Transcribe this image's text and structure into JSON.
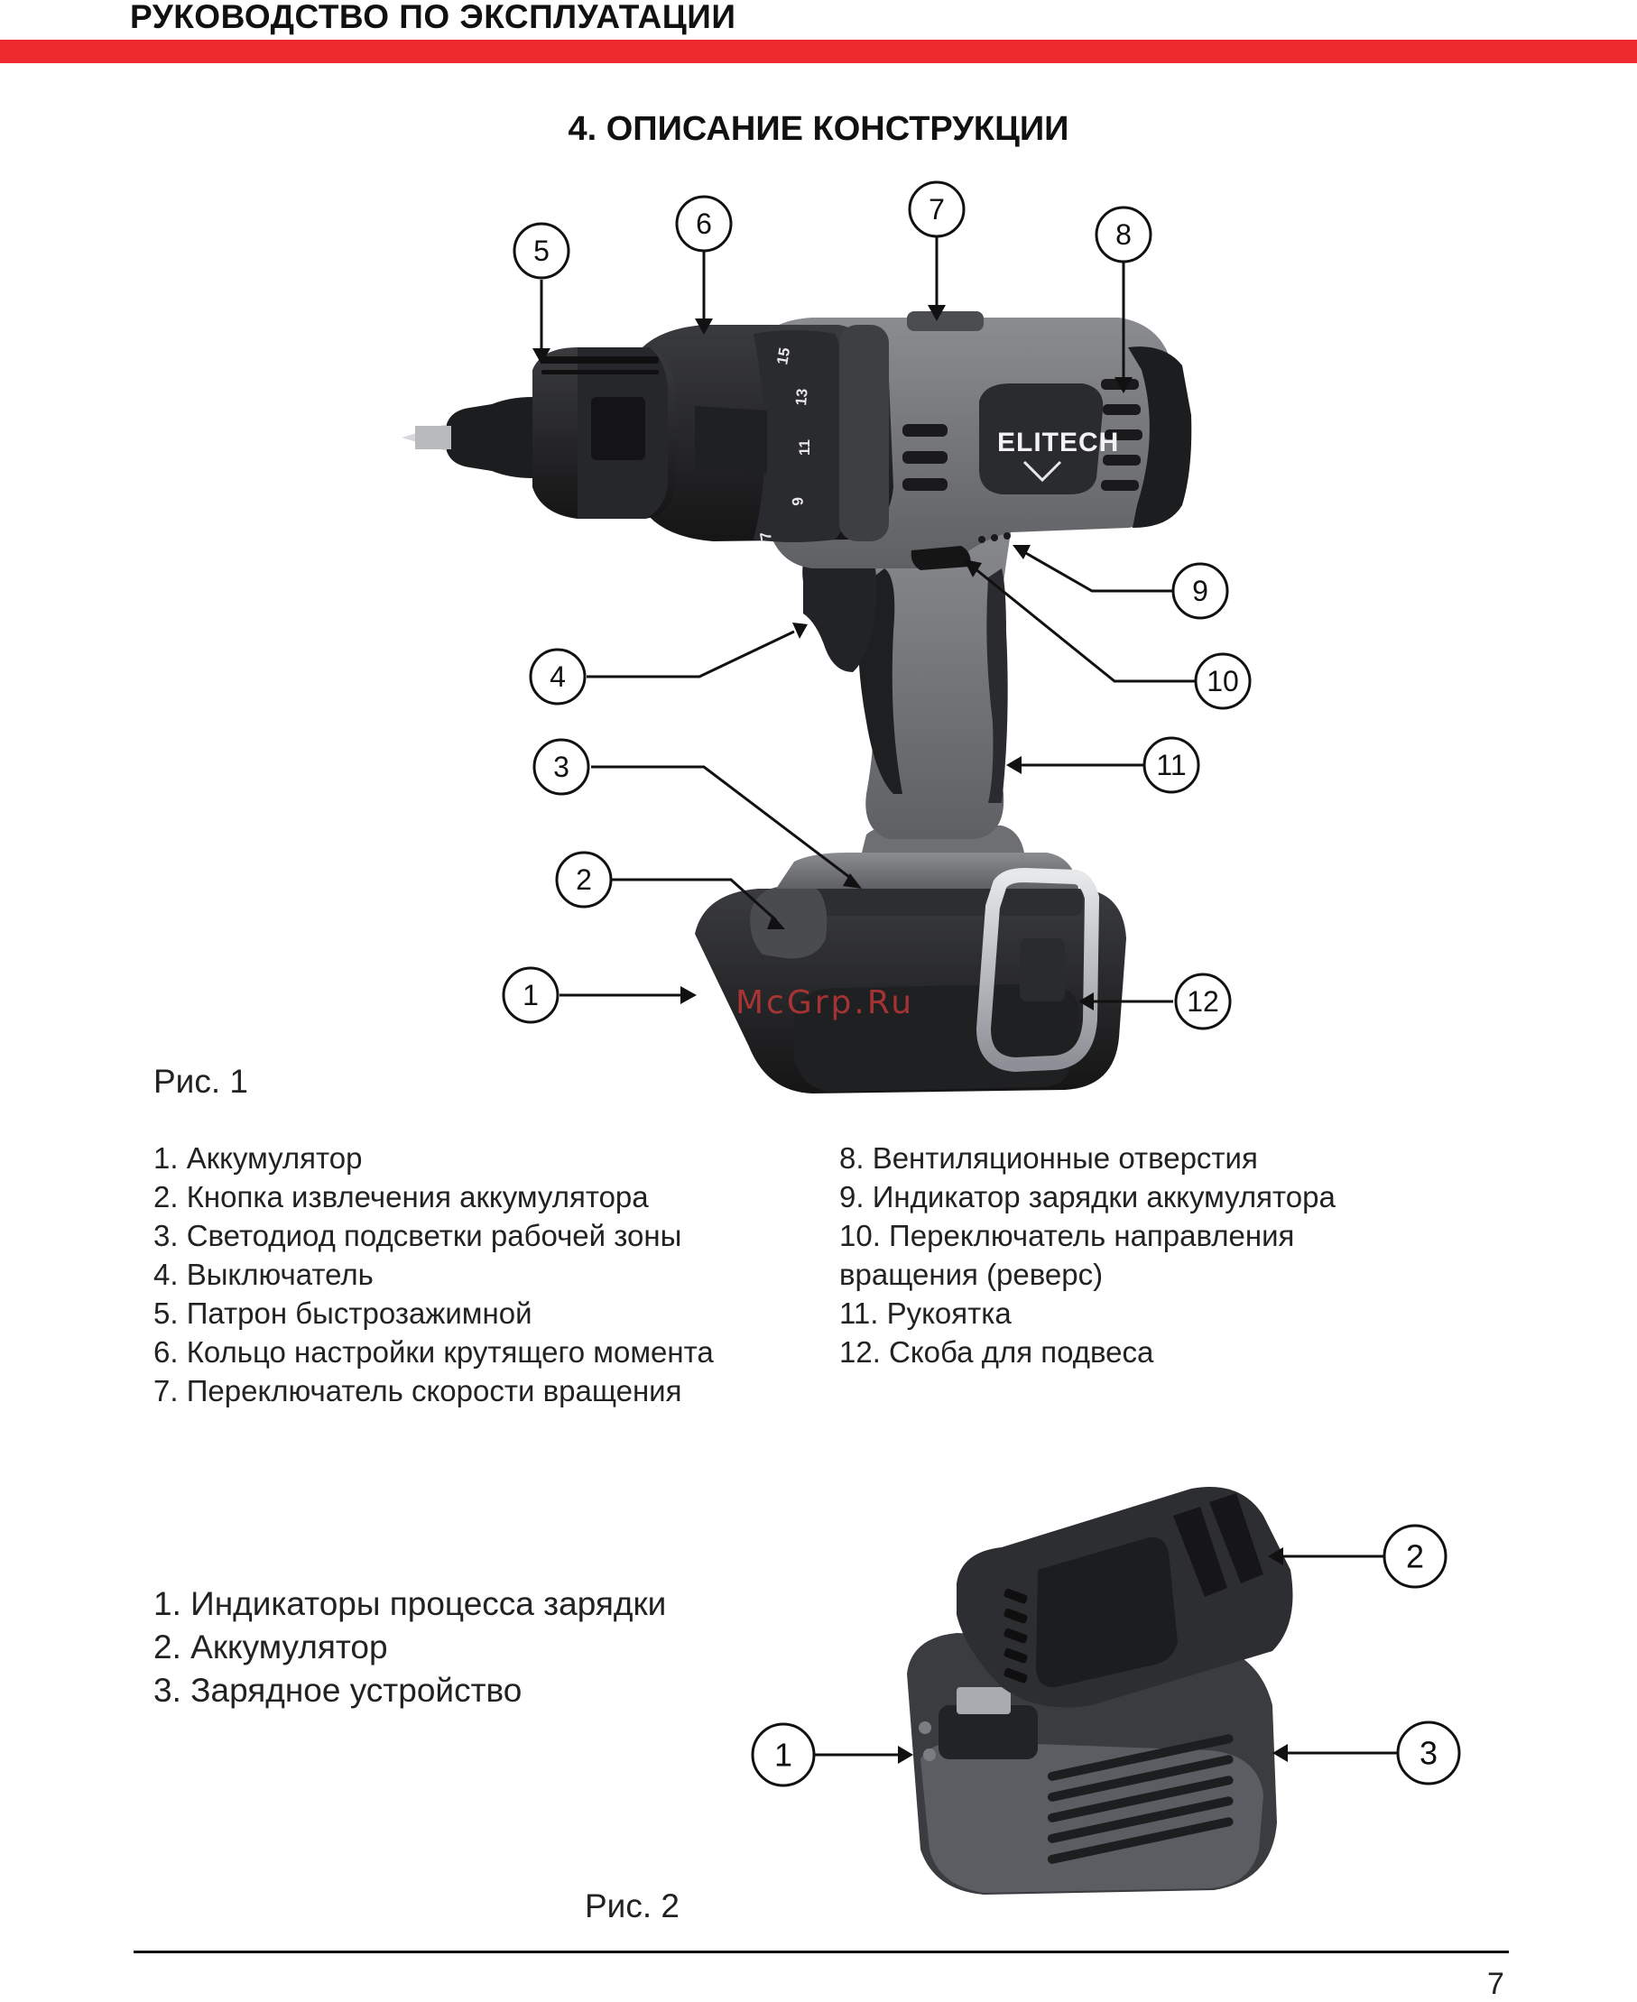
{
  "header": {
    "title": "РУКОВОДСТВО ПО ЭКСПЛУАТАЦИИ",
    "accent_color": "#ee2a2e"
  },
  "section": {
    "title": "4. ОПИСАНИЕ КОНСТРУКЦИИ"
  },
  "figure1": {
    "caption": "Рис. 1",
    "brand": "ELITECH",
    "watermark": "McGrp.Ru",
    "dial_numbers": [
      "15",
      "13",
      "11",
      "9",
      "7"
    ],
    "callouts": [
      "1",
      "2",
      "3",
      "4",
      "5",
      "6",
      "7",
      "8",
      "9",
      "10",
      "11",
      "12"
    ],
    "legend_left": [
      "1. Аккумулятор",
      "2. Кнопка извлечения аккумулятора",
      "3. Светодиод подсветки рабочей зоны",
      "4. Выключатель",
      "5. Патрон быстрозажимной",
      "6. Кольцо настройки крутящего момента",
      "7. Переключатель скорости вращения"
    ],
    "legend_right": [
      "8. Вентиляционные отверстия",
      "9. Индикатор зарядки аккумулятора",
      "10. Переключатель направления",
      "вращения (реверс)",
      "11. Рукоятка",
      "12. Скоба для подвеса"
    ]
  },
  "figure2": {
    "caption": "Рис. 2",
    "callouts": [
      "1",
      "2",
      "3"
    ],
    "legend": [
      "1. Индикаторы процесса зарядки",
      "2. Аккумулятор",
      "3. Зарядное устройство"
    ]
  },
  "footer": {
    "page_number": "7"
  }
}
